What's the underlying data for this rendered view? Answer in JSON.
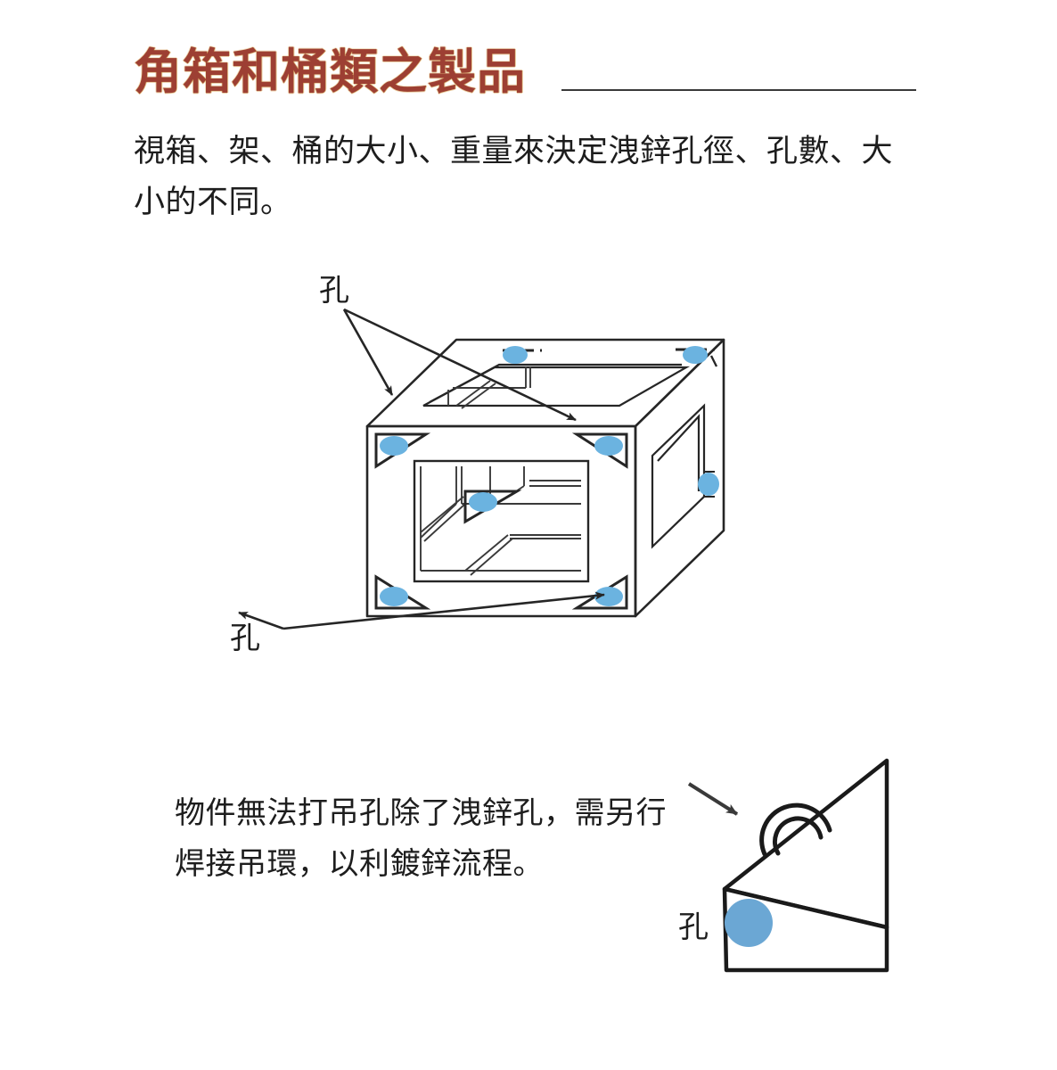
{
  "header": {
    "title": "角箱和桶類之製品",
    "rule": "horizontal-rule",
    "title_color": "#9d3f33"
  },
  "intro": {
    "text": "視箱、架、桶的大小、重量來決定洩鋅孔徑、孔數、大小的不同。"
  },
  "caption": {
    "text": "物件無法打吊孔除了洩鋅孔，需另行焊接吊環，以利鍍鋅流程。"
  },
  "figures": {
    "box": {
      "name": "isometric-box-with-drain-holes",
      "labels": {
        "top_left": "孔",
        "bottom_left": "孔"
      },
      "hole_color": "#6bb3e0",
      "line_color": "#262626",
      "hole_count_visible": 8,
      "hole_shape": "triangle"
    },
    "ring": {
      "name": "welded-lifting-ring-bracket",
      "labels": {
        "hole": "孔"
      },
      "hole_color": "#6ba7d4",
      "line_color": "#1a1a1a",
      "hole_shape": "circle",
      "arrow": "pointer-to-lifting-ring"
    }
  }
}
